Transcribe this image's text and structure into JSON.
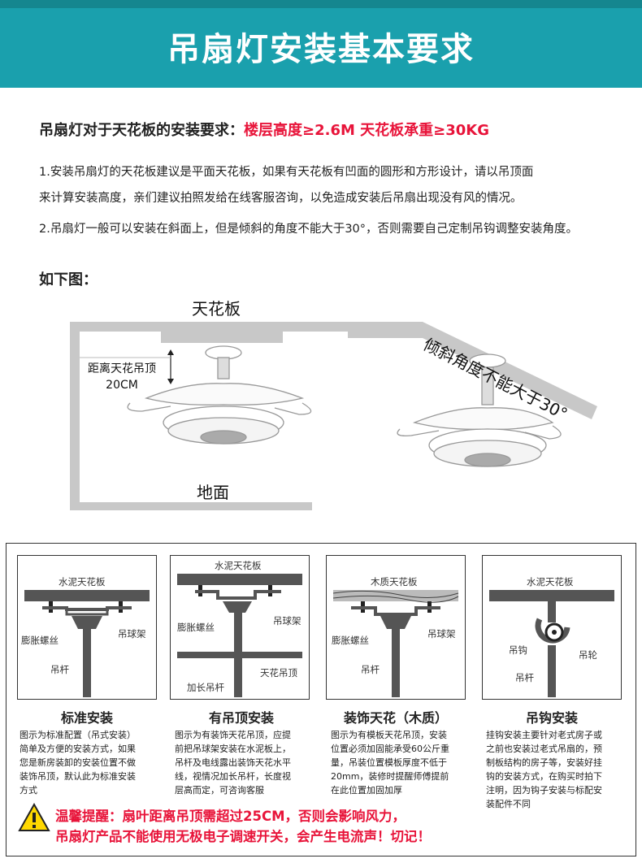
{
  "header": {
    "title": "吊扇灯安装基本要求"
  },
  "requirements": {
    "label": "吊扇灯对于天花板的安装要求：",
    "highlight": "楼层高度≥2.6M 天花板承重≥30KG"
  },
  "paragraphs": {
    "p1_line1": "1.安装吊扇灯的天花板建议是平面天花板，如果有天花板有凹面的圆形和方形设计，请以吊顶面",
    "p1_line2": "来计算安装高度，亲们建议拍照发给在线客服咨询，以免造成安装后吊扇出现没有风的情况。",
    "p2": "2.吊扇灯一般可以安装在斜面上，但是倾斜的角度不能大于30°，否则需要自己定制吊钩调整安装角度。"
  },
  "figure": {
    "label": "如下图：",
    "ceiling": "天花板",
    "floor": "地面",
    "distance_line1": "距离天花吊顶",
    "distance_line2": "20CM",
    "slope_note": "倾斜角度不能大于30°"
  },
  "cards": [
    {
      "title": "标准安装",
      "labels": {
        "ceiling": "水泥天花板",
        "screw": "膨胀螺丝",
        "bracket": "吊球架",
        "rod": "吊杆"
      },
      "desc": [
        "图示为标准配置（吊式安装）",
        "简单及方便的安装方式，如果",
        "您是新房装卸的安装位置不做",
        "装饰吊顶，默认此为标准安装",
        "方式"
      ]
    },
    {
      "title": "有吊顶安装",
      "labels": {
        "ceiling": "水泥天花板",
        "screw": "膨胀螺丝",
        "bracket": "吊球架",
        "suspended": "天花吊顶",
        "rod": "加长吊杆"
      },
      "desc": [
        "图示为有装饰天花吊顶，应提",
        "前把吊球架安装在水泥板上，",
        "吊杆及电线露出装饰天花水平",
        "线，视情况加长吊杆，长度视",
        "层高而定，可咨询客服"
      ]
    },
    {
      "title": "装饰天花（木质）",
      "labels": {
        "ceiling": "木质天花板",
        "screw": "膨胀螺丝",
        "bracket": "吊球架",
        "rod": "吊杆"
      },
      "desc": [
        "图示为有模板天花吊顶，安装",
        "位置必须加固能承受60公斤重",
        "量，吊装位置模板厚度不低于",
        "20mm，装修时提醒师傅提前",
        "在此位置加固加厚"
      ]
    },
    {
      "title": "吊钩安装",
      "labels": {
        "ceiling": "水泥天花板",
        "hook": "吊钩",
        "wheel": "吊轮",
        "rod": "吊杆"
      },
      "desc": [
        "挂钩安装主要针对老式房子或",
        "之前也安装过老式吊扇的，预",
        "制板结构的房子等，安装好挂",
        "钩的安装方式，在购买时拍下",
        "注明，因为钩子安装与标配安",
        "装配件不同"
      ]
    }
  ],
  "warning": {
    "line1": "温馨提醒：扇叶距离吊顶需超过25CM，否则会影响风力，",
    "line2": "吊扇灯产品不能使用无极电子调速开关，会产生电流声！切记！",
    "icon": "warning-triangle-icon",
    "color": "#e8143a"
  },
  "colors": {
    "banner": "#1aa0ad",
    "accent": "#e8143a"
  }
}
